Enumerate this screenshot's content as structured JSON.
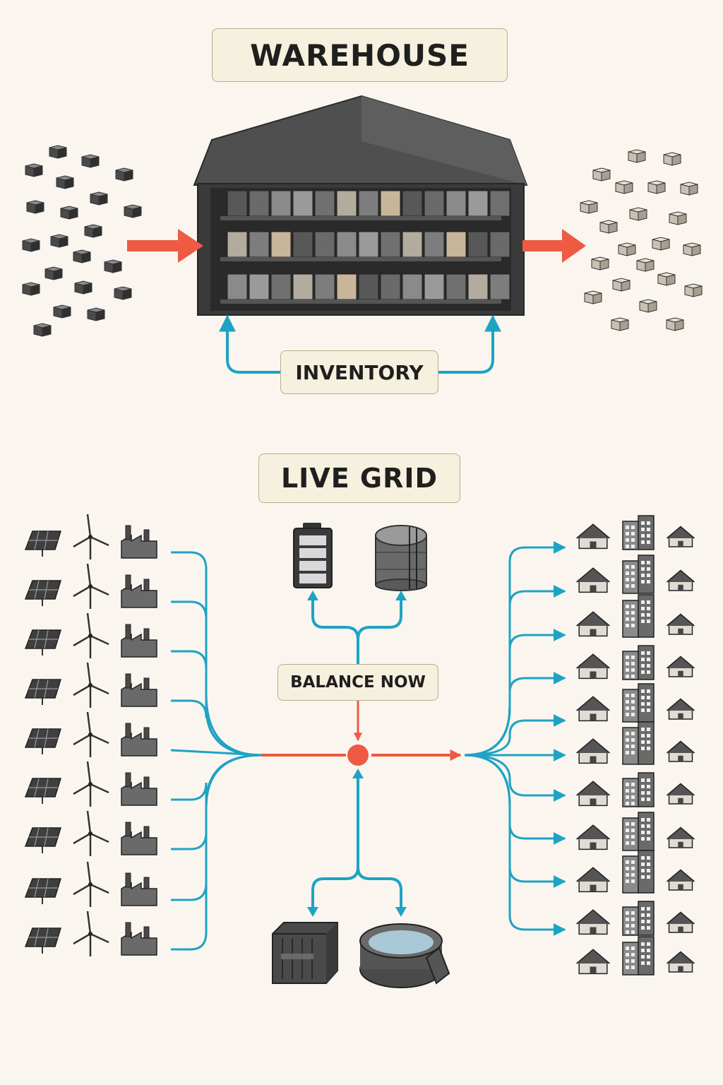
{
  "warehouse": {
    "title": "WAREHOUSE",
    "inventory_label": "INVENTORY"
  },
  "grid": {
    "title": "LIVE GRID",
    "balance_label": "BALANCE NOW"
  },
  "colors": {
    "background": "#faf6ef",
    "label_fill": "#f6f0de",
    "label_border": "#b9ab8c",
    "flow_red": "#ee5a42",
    "flow_teal": "#1ea3c4",
    "icon_dark": "#4a4a4a",
    "cube_light": "#d8d2c5"
  },
  "icons": {
    "incoming_goods": "dark-cube-icon",
    "outgoing_goods": "light-cube-icon",
    "generation_sources": [
      "solar-panel-icon",
      "wind-turbine-icon",
      "factory-icon"
    ],
    "storage_top": [
      "battery-icon",
      "storage-tank-icon"
    ],
    "storage_bottom": [
      "battery-cabinet-icon",
      "pumped-reservoir-icon"
    ],
    "consumers": [
      "house-icon",
      "apartment-building-icon",
      "small-house-icon"
    ]
  }
}
